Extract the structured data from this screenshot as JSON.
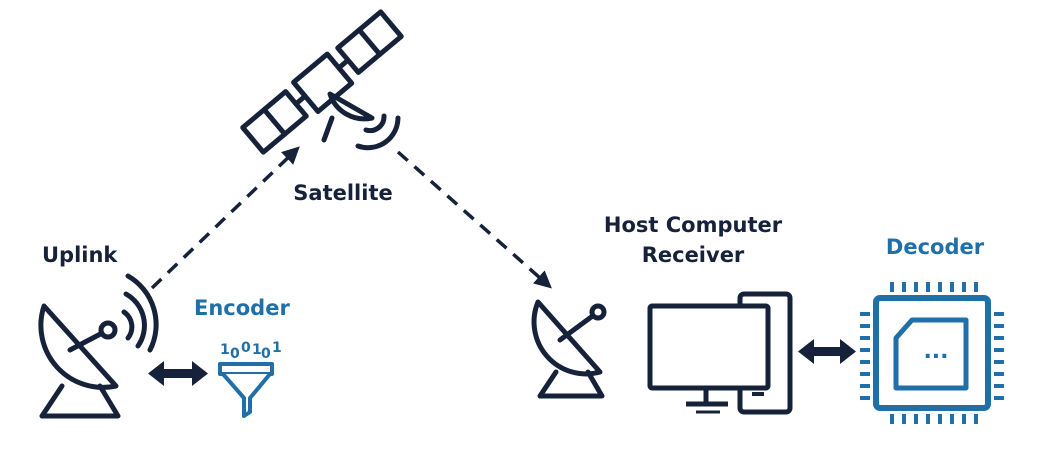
{
  "colors": {
    "navy": "#16213a",
    "blue": "#1f6fa8",
    "background": "#ffffff"
  },
  "labels": {
    "satellite": "Satellite",
    "uplink": "Uplink",
    "encoder": "Encoder",
    "host_line1": "Host Computer",
    "host_line2": "Receiver",
    "decoder": "Decoder",
    "decoder_chip_text": "..."
  },
  "encoder_bits": [
    "1",
    "0",
    "0",
    "1",
    "0",
    "1"
  ],
  "icons": {
    "satellite": "satellite-icon",
    "uplink": "satellite-dish-icon",
    "encoder": "filter-funnel-icon",
    "receiver": "satellite-dish-icon",
    "host": "desktop-computer-icon",
    "decoder": "microchip-icon"
  }
}
